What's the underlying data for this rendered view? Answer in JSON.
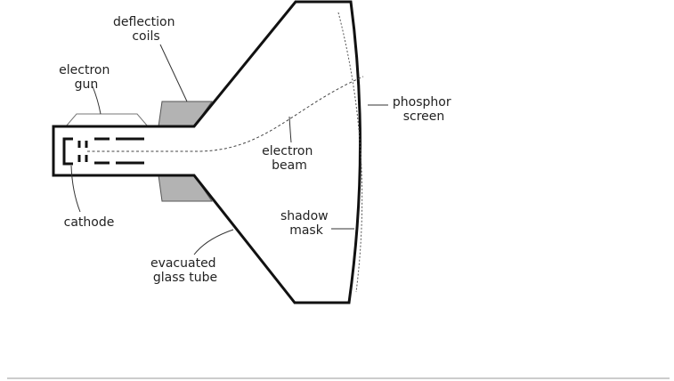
{
  "labels": {
    "deflection_coils": [
      "deflection",
      "coils"
    ],
    "electron_gun": [
      "electron",
      "gun"
    ],
    "phosphor_screen": [
      "phosphor",
      "screen"
    ],
    "electron_beam": [
      "electron",
      "beam"
    ],
    "cathode": [
      "cathode"
    ],
    "shadow_mask": [
      "shadow",
      "mask"
    ],
    "evacuated_glass_tube": [
      "evacuated",
      "glass tube"
    ]
  },
  "colors": {
    "outline": "#111111",
    "coil_fill": "#b3b3b3",
    "text": "#222222",
    "bottom_rule": "#999999"
  }
}
